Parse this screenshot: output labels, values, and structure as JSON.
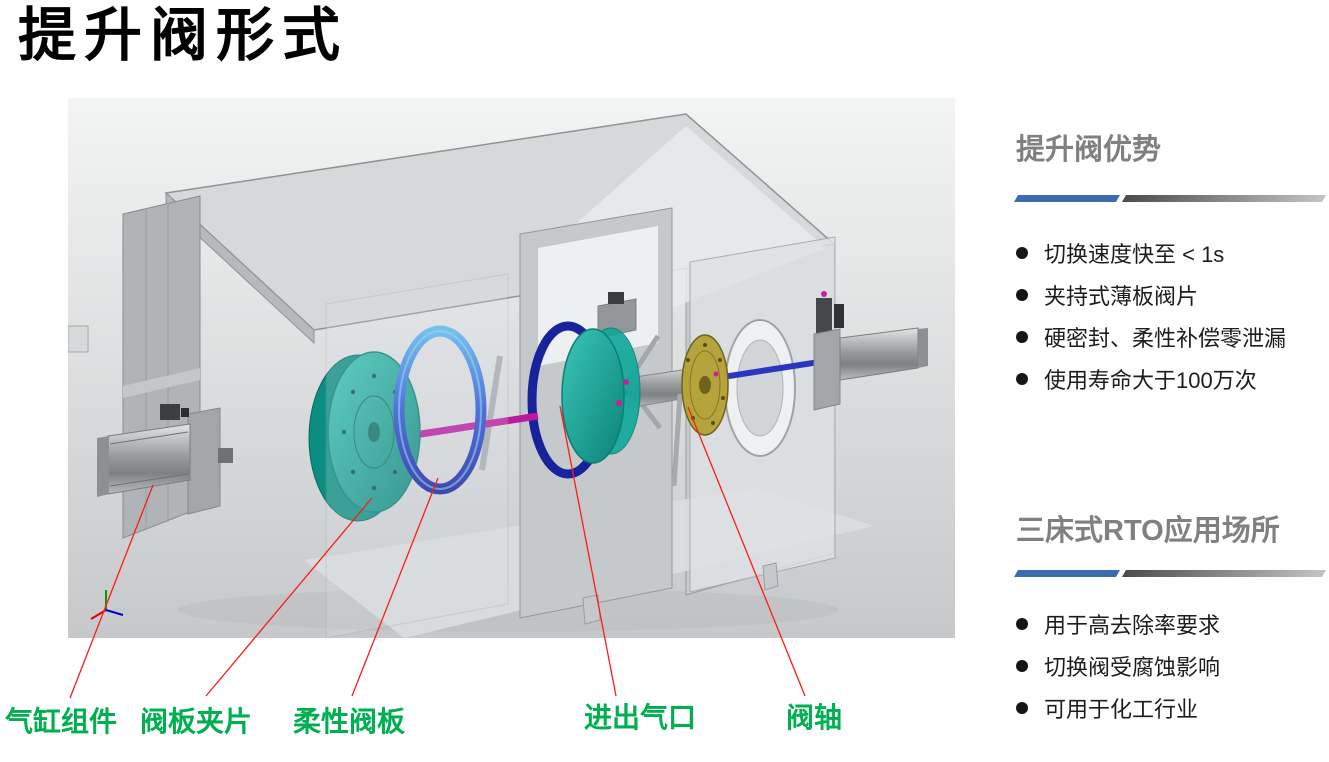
{
  "page": {
    "title": "提升阀形式"
  },
  "cad": {
    "part_labels": [
      "气缸组件",
      "阀板夹片",
      "柔性阀板",
      "进出气口",
      "阀轴"
    ],
    "label_color": "#00b050",
    "leader_line_color": "#ff1a1a"
  },
  "sidebar": {
    "heading_color": "#808080",
    "accent_blue": "#3a6dae",
    "accent_gray_dark": "#4c4c4c",
    "sections": [
      {
        "heading": "提升阀优势",
        "bullets": [
          "切换速度快至 < 1s",
          "夹持式薄板阀片",
          "硬密封、柔性补偿零泄漏",
          "使用寿命大于100万次"
        ]
      },
      {
        "heading": "三床式RTO应用场所",
        "bullets": [
          "用于高去除率要求",
          "切换阀受腐蚀影响",
          "可用于化工行业"
        ]
      }
    ]
  }
}
